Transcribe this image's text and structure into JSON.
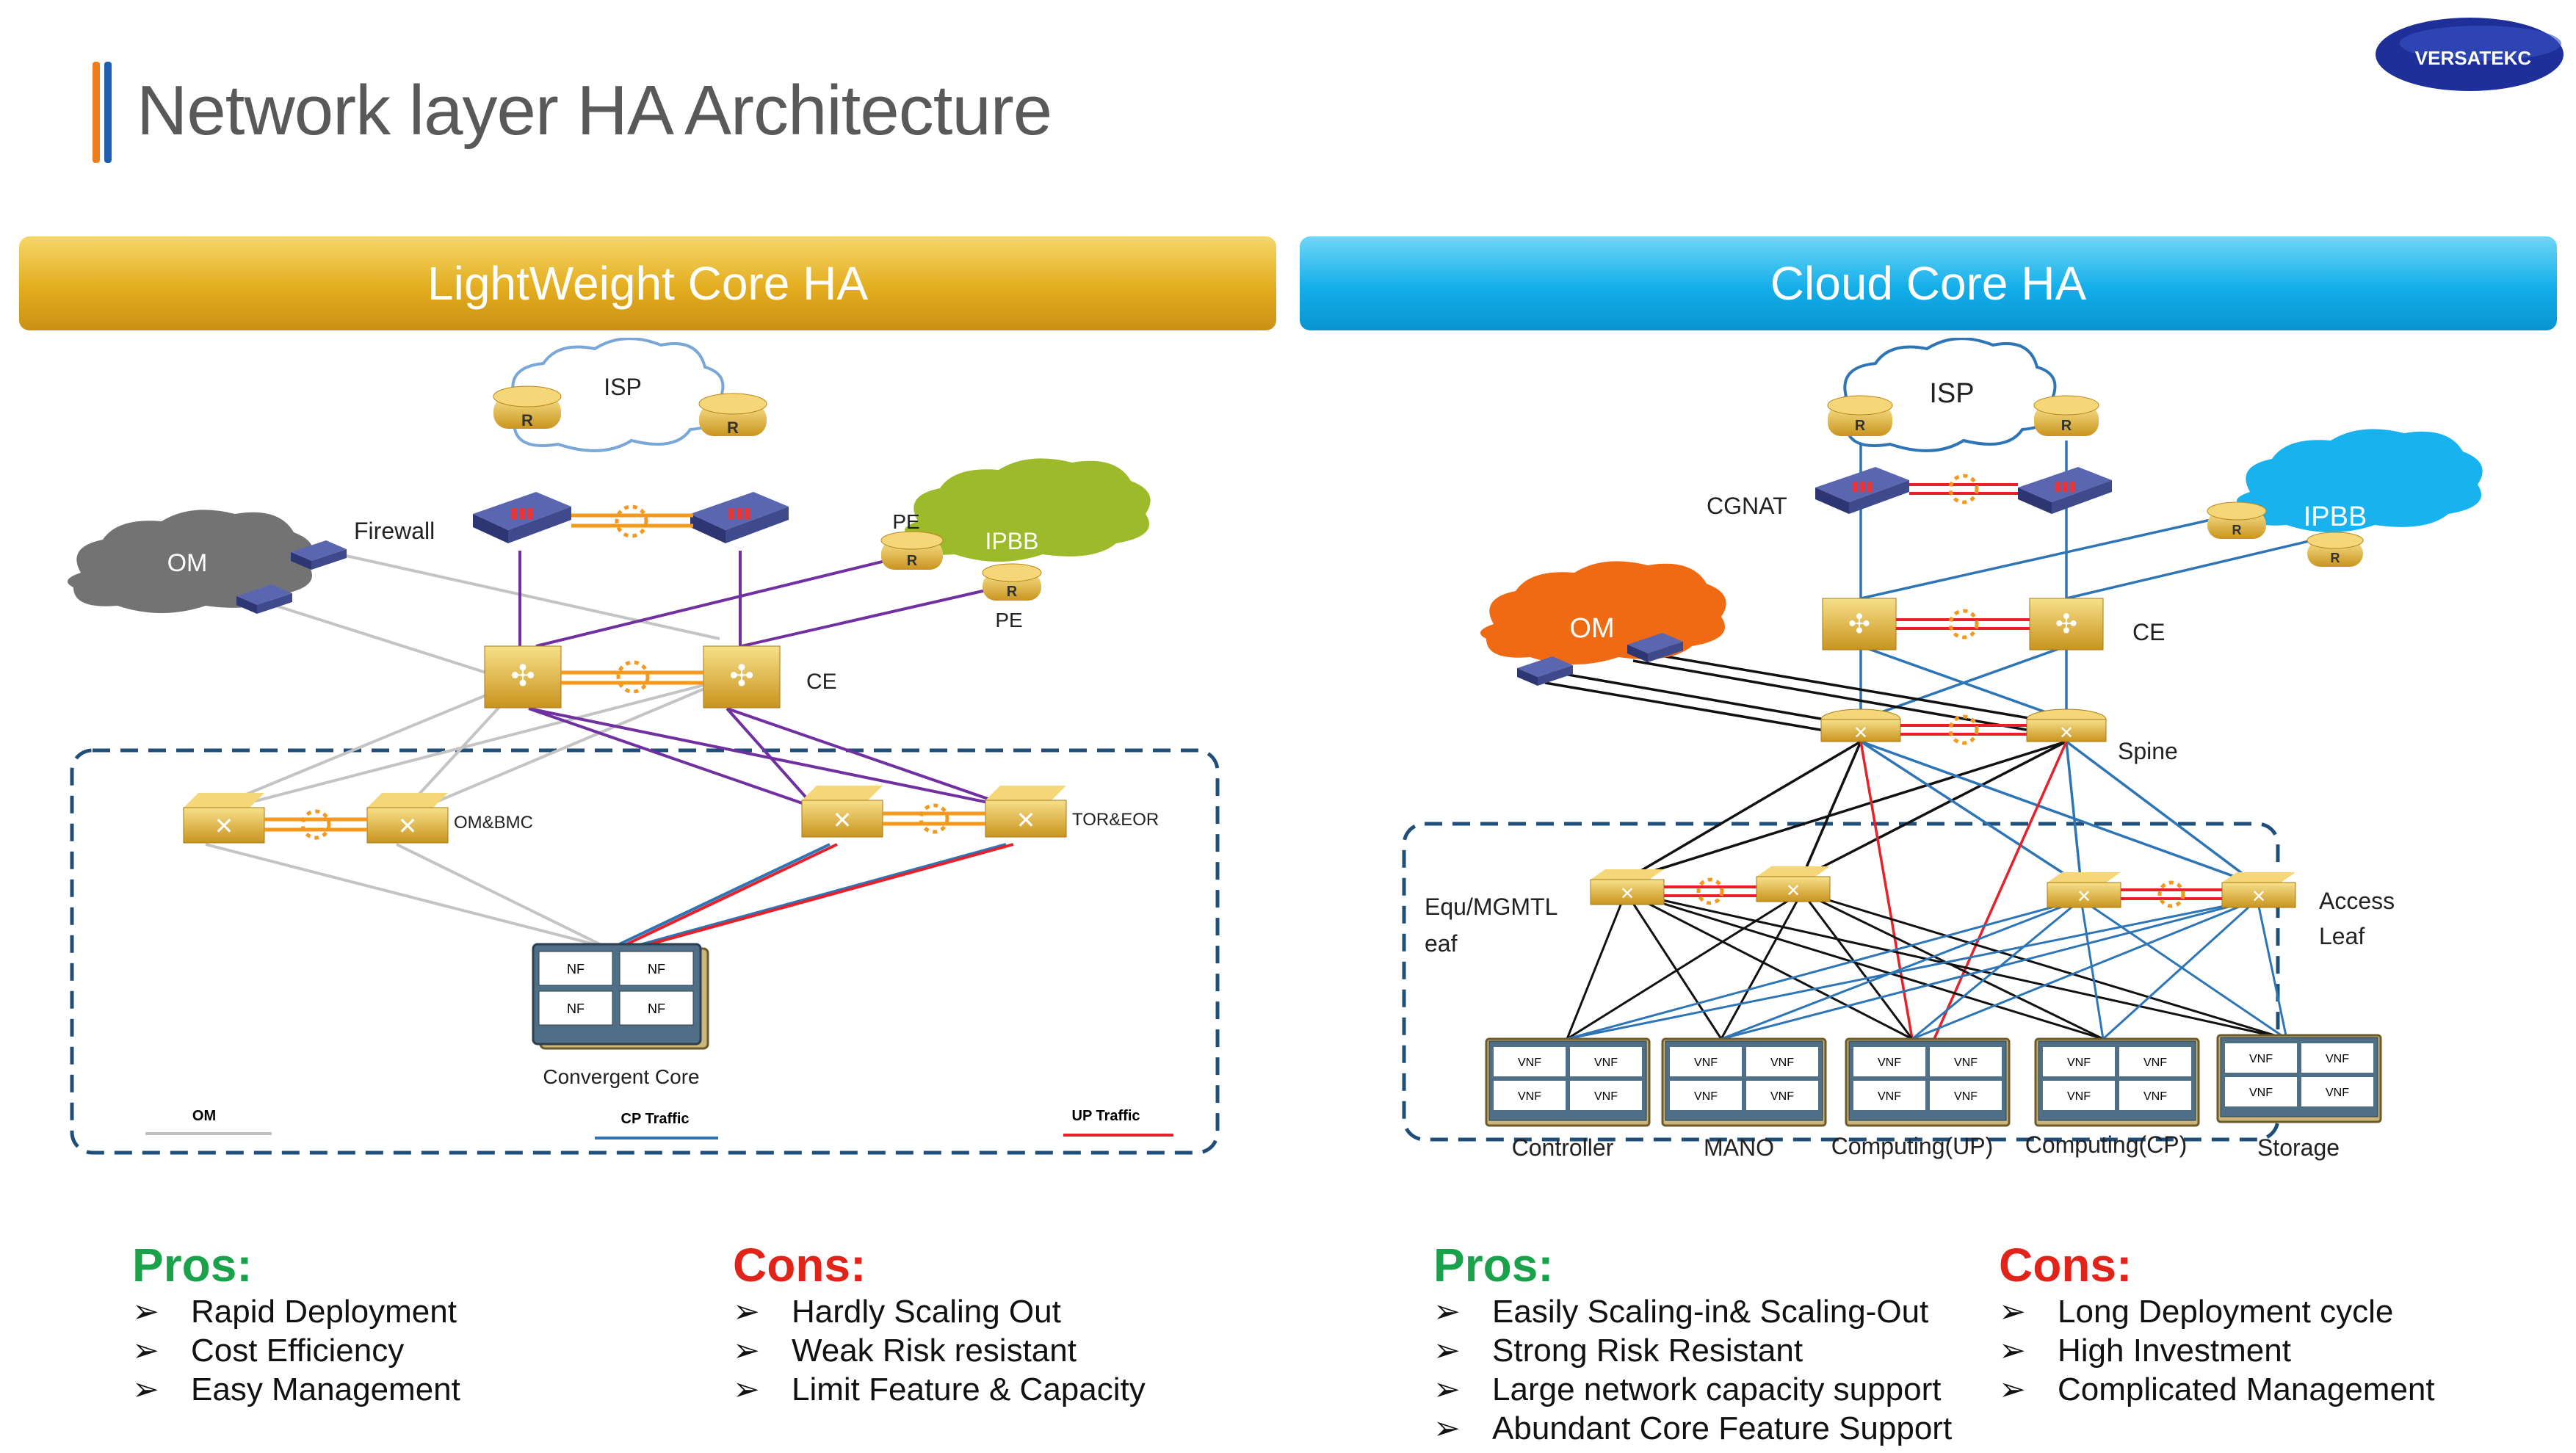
{
  "slide": {
    "title": "Network layer HA Architecture",
    "logo_text": "VERSATEKC"
  },
  "left": {
    "banner": "LightWeight Core HA",
    "labels": {
      "isp": "ISP",
      "firewall": "Firewall",
      "om": "OM",
      "pe_top": "PE",
      "ipbb": "IPBB",
      "pe_bottom": "PE",
      "ce": "CE",
      "om_bmc": "OM&BMC",
      "tor_eor": "TOR&EOR",
      "nf": "NF",
      "convergent_core": "Convergent Core"
    },
    "legend": {
      "om": "OM",
      "cp": "CP Traffic",
      "up": "UP Traffic"
    },
    "pros_title": "Pros:",
    "pros": [
      "Rapid Deployment",
      "Cost Efficiency",
      "Easy Management"
    ],
    "cons_title": "Cons:",
    "cons": [
      "Hardly Scaling Out",
      "Weak Risk resistant",
      "Limit Feature & Capacity"
    ]
  },
  "right": {
    "banner": "Cloud Core HA",
    "labels": {
      "isp": "ISP",
      "cgnat": "CGNAT",
      "ipbb": "IPBB",
      "om": "OM",
      "ce": "CE",
      "spine": "Spine",
      "equ_line1": "Equ/MGMTL",
      "equ_line2": "eaf",
      "access_line1": "Access",
      "access_line2": "Leaf",
      "vnf": "VNF",
      "controller": "Controller",
      "mano": "MANO",
      "computing_up": "Computing(UP)",
      "computing_cp": "Computing(CP)",
      "storage": "Storage"
    },
    "pros_title": "Pros:",
    "pros": [
      "Easily Scaling-in& Scaling-Out",
      "Strong Risk Resistant",
      "Large network capacity support",
      "Abundant Core Feature Support"
    ],
    "cons_title": "Cons:",
    "cons": [
      "Long Deployment cycle",
      "High Investment",
      "Complicated Management"
    ]
  },
  "bullet_glyph": "➢",
  "colors": {
    "om_line": "#bfbfbf",
    "cp_line": "#2e75b6",
    "up_line": "#e8202a",
    "purple_line": "#7030a0",
    "orange_link": "#f39a1e",
    "gold": "#e8b838",
    "firewall": "#3e4a8c",
    "pros": "#1aa24a",
    "cons": "#e2231a"
  }
}
